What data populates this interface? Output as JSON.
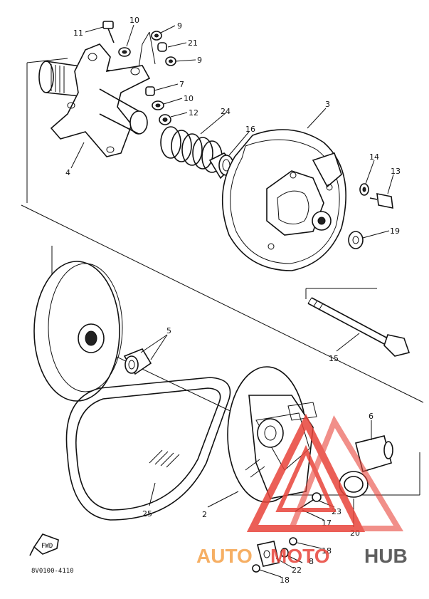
{
  "diagram": {
    "callouts": [
      {
        "id": "c11",
        "text": "11"
      },
      {
        "id": "c10a",
        "text": "10"
      },
      {
        "id": "c9a",
        "text": "9"
      },
      {
        "id": "c21",
        "text": "21"
      },
      {
        "id": "c9b",
        "text": "9"
      },
      {
        "id": "c7",
        "text": "7"
      },
      {
        "id": "c10b",
        "text": "10"
      },
      {
        "id": "c12",
        "text": "12"
      },
      {
        "id": "c24",
        "text": "24"
      },
      {
        "id": "c16",
        "text": "16"
      },
      {
        "id": "c3",
        "text": "3"
      },
      {
        "id": "c14",
        "text": "14"
      },
      {
        "id": "c13",
        "text": "13"
      },
      {
        "id": "c4",
        "text": "4"
      },
      {
        "id": "c19",
        "text": "19"
      },
      {
        "id": "c5",
        "text": "5"
      },
      {
        "id": "c15",
        "text": "15"
      },
      {
        "id": "c6",
        "text": "6"
      },
      {
        "id": "c25",
        "text": "25"
      },
      {
        "id": "c2",
        "text": "2"
      },
      {
        "id": "c23",
        "text": "23"
      },
      {
        "id": "c17",
        "text": "17"
      },
      {
        "id": "c20",
        "text": "20"
      },
      {
        "id": "c18a",
        "text": "18"
      },
      {
        "id": "c8",
        "text": "8"
      },
      {
        "id": "c22",
        "text": "22"
      },
      {
        "id": "c18b",
        "text": "18"
      }
    ],
    "front_marker": "FWD",
    "drawing_code": "8V0100-4110"
  },
  "watermark": {
    "text_left": "AUTO",
    "text_mid": "MOTO",
    "text_right": "HUB",
    "colors": {
      "orange": "#f5a24a",
      "red": "#e8443a",
      "dark": "#444444"
    }
  }
}
